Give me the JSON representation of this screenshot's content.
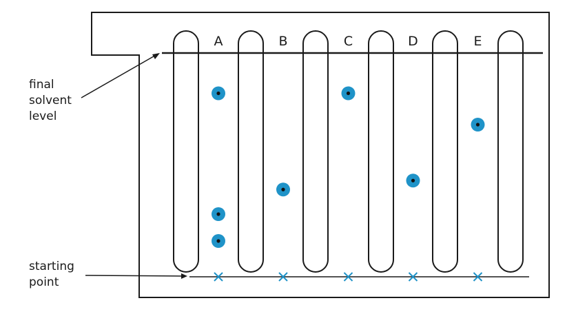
{
  "labels": {
    "final_solvent_level": [
      "final",
      "solvent",
      "level"
    ],
    "starting_point": [
      "starting",
      "point"
    ]
  },
  "lanes": [
    "A",
    "B",
    "C",
    "D",
    "E"
  ],
  "spots": [
    {
      "lane": "A",
      "level": 0.82
    },
    {
      "lane": "A",
      "level": 0.28
    },
    {
      "lane": "A",
      "level": 0.16
    },
    {
      "lane": "B",
      "level": 0.39
    },
    {
      "lane": "C",
      "level": 0.82
    },
    {
      "lane": "D",
      "level": 0.43
    },
    {
      "lane": "E",
      "level": 0.68
    }
  ],
  "colors": {
    "line": "#1a1a1a",
    "spot": "#1f93c8",
    "spot_center": "#111111",
    "cross": "#1f93c8"
  }
}
